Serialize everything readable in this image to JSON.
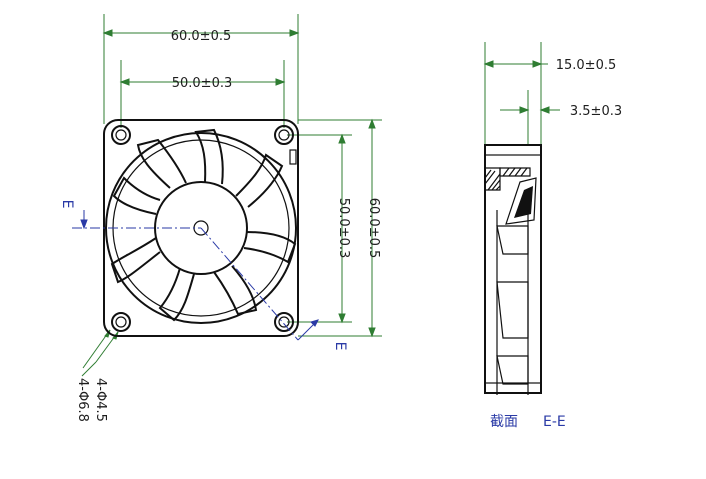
{
  "front_view": {
    "dim_overall_width": "60.0±0.5",
    "dim_hole_pitch_width": "50.0±0.3",
    "dim_hole_pitch_height": "50.0±0.3",
    "dim_overall_height": "60.0±0.5",
    "hole_note_small": "4-Φ4.5",
    "hole_note_large": "4-Φ6.8",
    "section_mark": "E"
  },
  "side_view": {
    "dim_thickness": "15.0±0.5",
    "dim_flange": "3.5±0.3",
    "section_caption_cjk": "截面",
    "section_caption_id": "E-E"
  },
  "colors": {
    "outline": "#111111",
    "dimension": "#2f7d32",
    "section": "#2a3aa6"
  }
}
